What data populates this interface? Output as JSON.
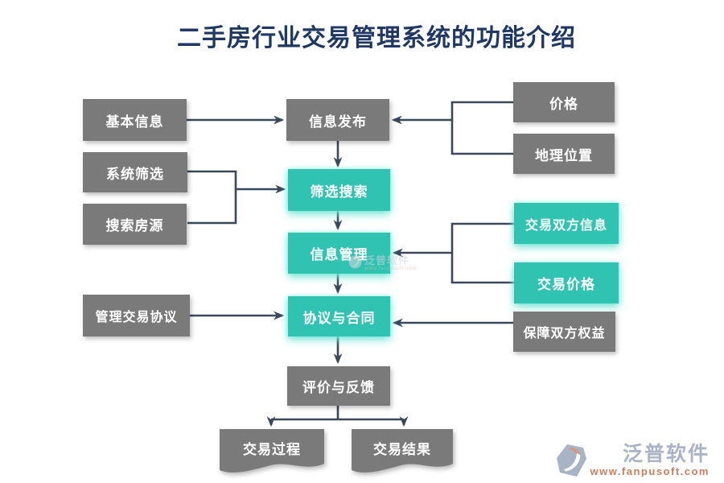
{
  "title": "二手房行业交易管理系统的功能介绍",
  "nodes": {
    "basic_info": "基本信息",
    "system_filter": "系统筛选",
    "search_listings": "搜索房源",
    "manage_agreement": "管理交易协议",
    "info_publish": "信息发布",
    "filter_search": "筛选搜索",
    "info_manage": "信息管理",
    "agreement_contract": "协议与合同",
    "evaluation_feedback": "评价与反馈",
    "transaction_process": "交易过程",
    "transaction_result": "交易结果",
    "price": "价格",
    "location": "地理位置",
    "both_parties_info": "交易双方信息",
    "transaction_price": "交易价格",
    "protect_rights": "保障双方权益"
  },
  "edges": [
    {
      "from": "basic_info",
      "to": "info_publish"
    },
    {
      "from": "system_filter",
      "to": "filter_search"
    },
    {
      "from": "search_listings",
      "to": "filter_search"
    },
    {
      "from": "manage_agreement",
      "to": "agreement_contract"
    },
    {
      "from": "info_publish",
      "to": "filter_search"
    },
    {
      "from": "filter_search",
      "to": "info_manage"
    },
    {
      "from": "info_manage",
      "to": "agreement_contract"
    },
    {
      "from": "agreement_contract",
      "to": "evaluation_feedback"
    },
    {
      "from": "evaluation_feedback",
      "to": "transaction_process"
    },
    {
      "from": "evaluation_feedback",
      "to": "transaction_result"
    },
    {
      "from": "price",
      "to": "info_publish"
    },
    {
      "from": "location",
      "to": "info_publish"
    },
    {
      "from": "both_parties_info",
      "to": "info_manage"
    },
    {
      "from": "transaction_price",
      "to": "info_manage"
    },
    {
      "from": "protect_rights",
      "to": "agreement_contract"
    }
  ],
  "watermark": {
    "brand": "泛普软件",
    "url": "www.fanpusoft.com"
  },
  "colors": {
    "accent_teal": "#30c3b1",
    "box_gray": "#7a7a7a",
    "connector": "#3a485a",
    "title_text": "#1f3764",
    "brand_gray_blue": "#a9b3c6",
    "brand_orange": "#cd7f5d"
  }
}
